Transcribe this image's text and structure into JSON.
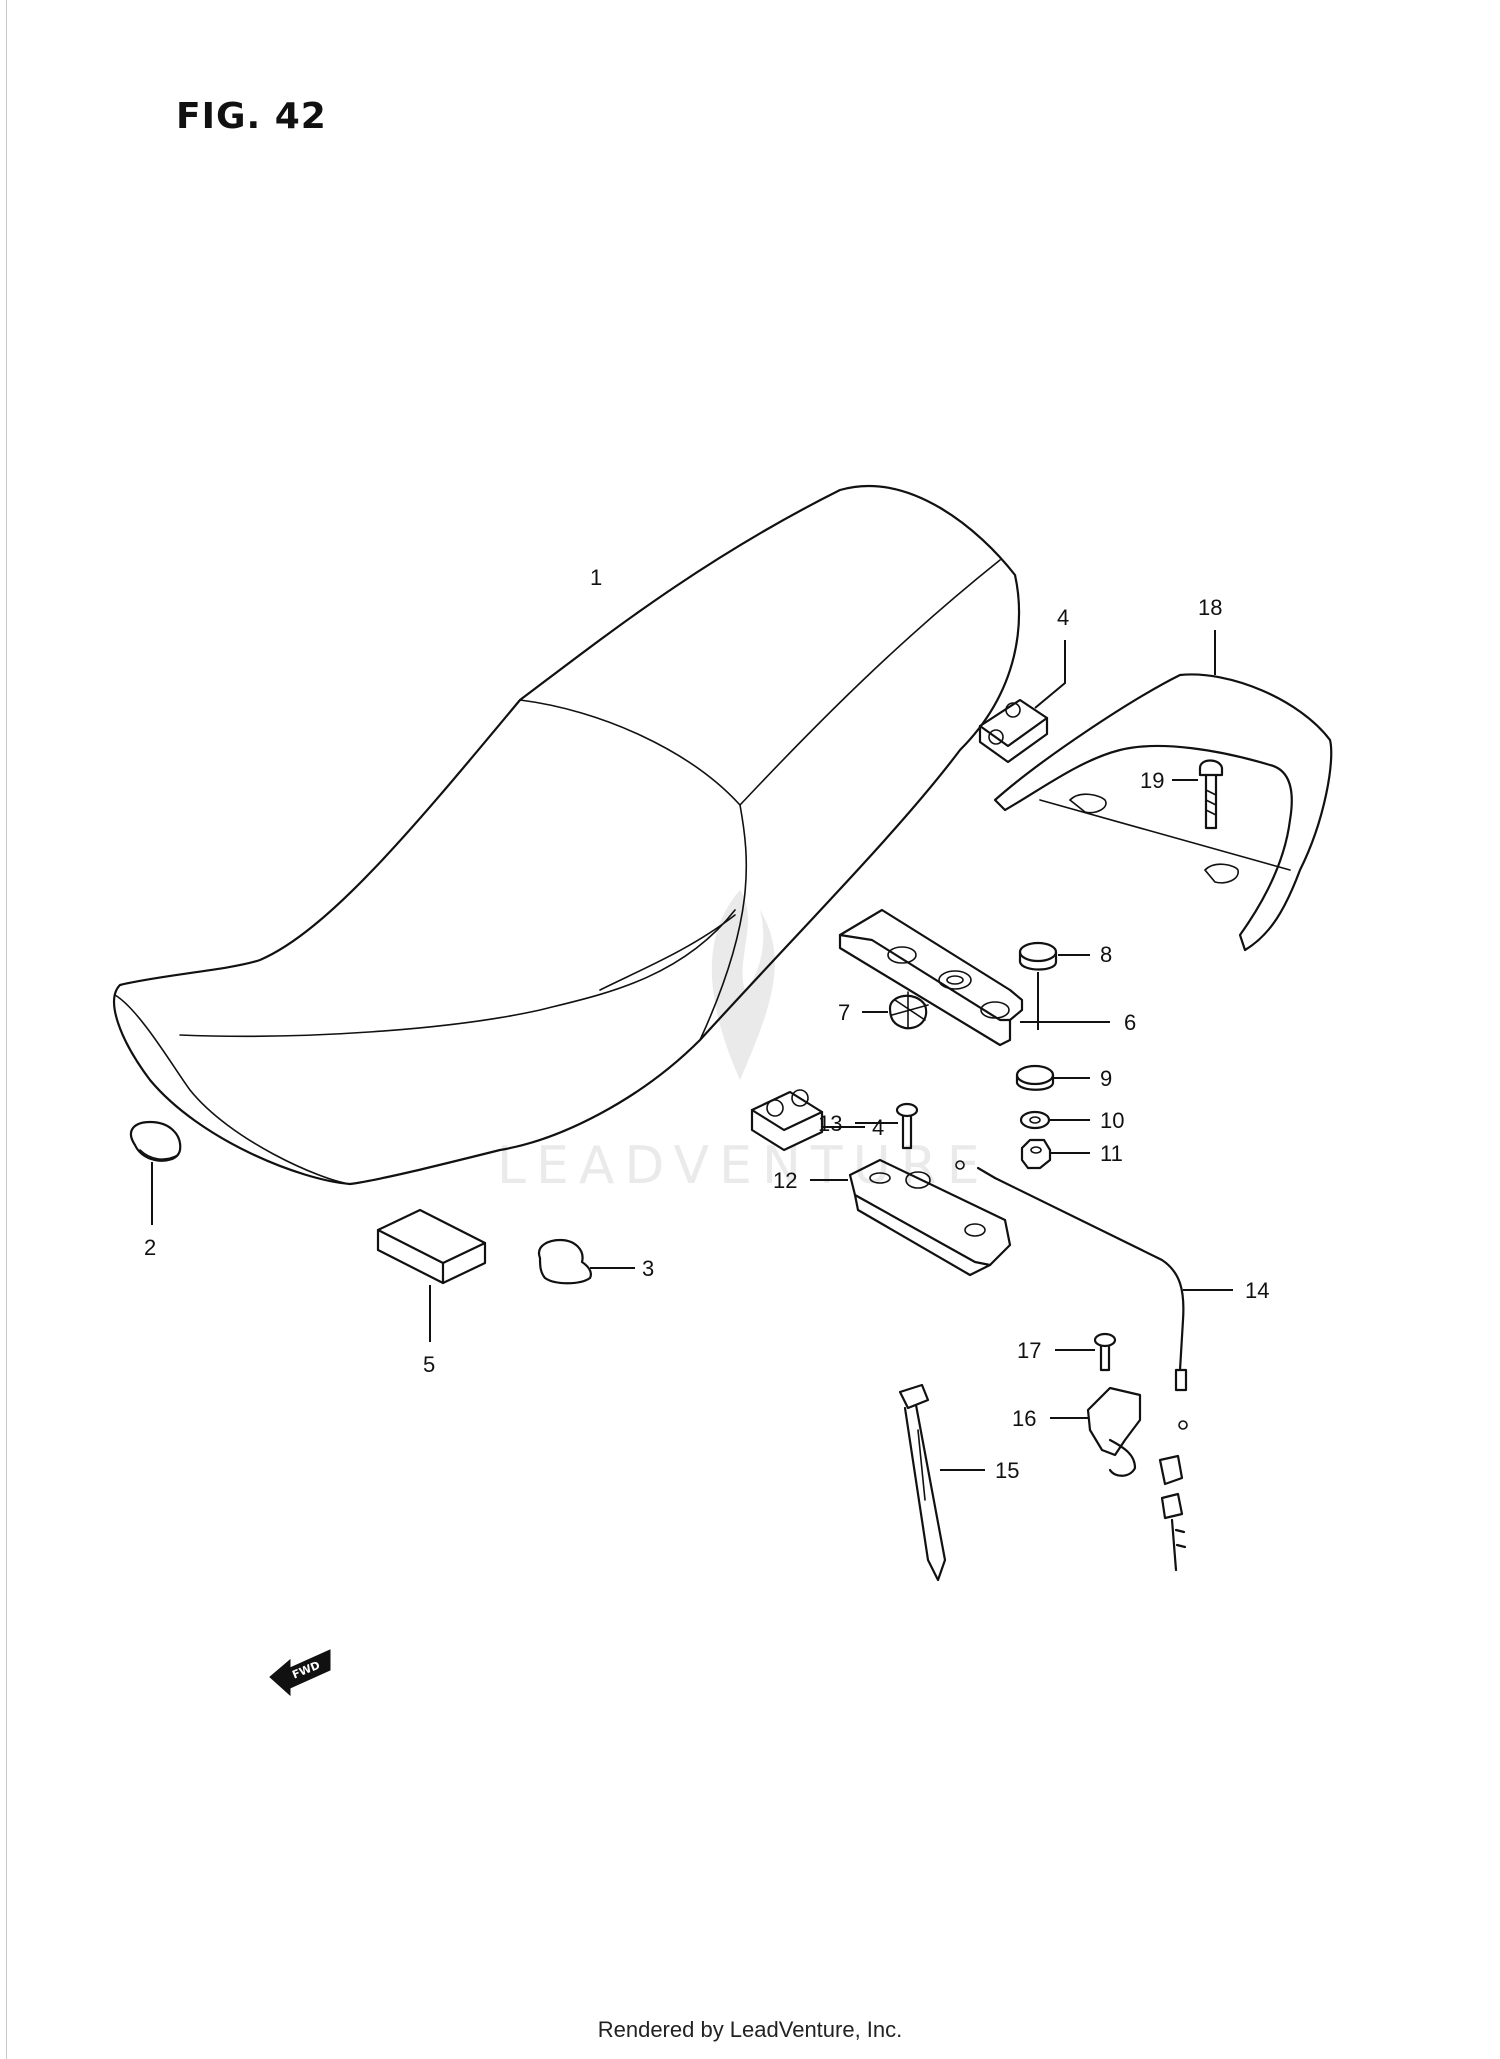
{
  "figure": {
    "title": "FIG. 42"
  },
  "watermark": {
    "text": "LEADVENTURE"
  },
  "fwd_arrow": {
    "label": "FWD"
  },
  "footer": {
    "text": "Rendered by LeadVenture, Inc."
  },
  "callouts": [
    "1",
    "2",
    "3",
    "4",
    "4",
    "5",
    "6",
    "7",
    "8",
    "9",
    "10",
    "11",
    "12",
    "13",
    "14",
    "15",
    "16",
    "17",
    "18",
    "19"
  ]
}
